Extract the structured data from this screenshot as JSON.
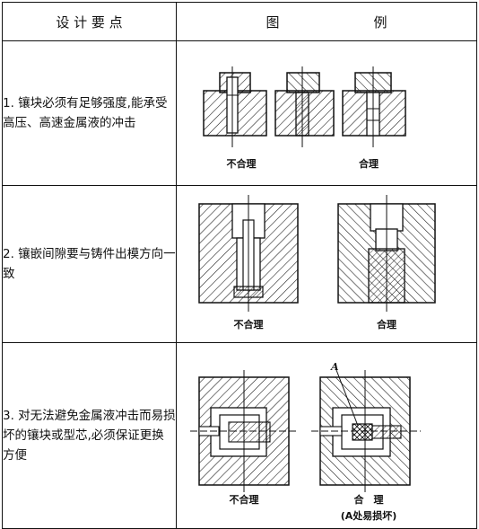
{
  "header": {
    "col_points": "设 计 要 点",
    "col_figure": "图　　　　　　　例"
  },
  "rows": [
    {
      "text": "1. 镶块必须有足够强度,能承受高压、高速金属液的冲击",
      "captions": [
        "不合理",
        "合理"
      ]
    },
    {
      "text": "2. 镶嵌间隙要与铸件出模方向一致",
      "captions": [
        "不合理",
        "合理"
      ]
    },
    {
      "text": "3. 对无法避免金属液冲击而易损坏的镶块或型芯,必须保证更换方便",
      "captions": [
        "不合理",
        "合　理"
      ],
      "note": "(A处易损坏)",
      "label_a": "A"
    }
  ],
  "colors": {
    "line": "#111111",
    "background": "#ffffff"
  }
}
